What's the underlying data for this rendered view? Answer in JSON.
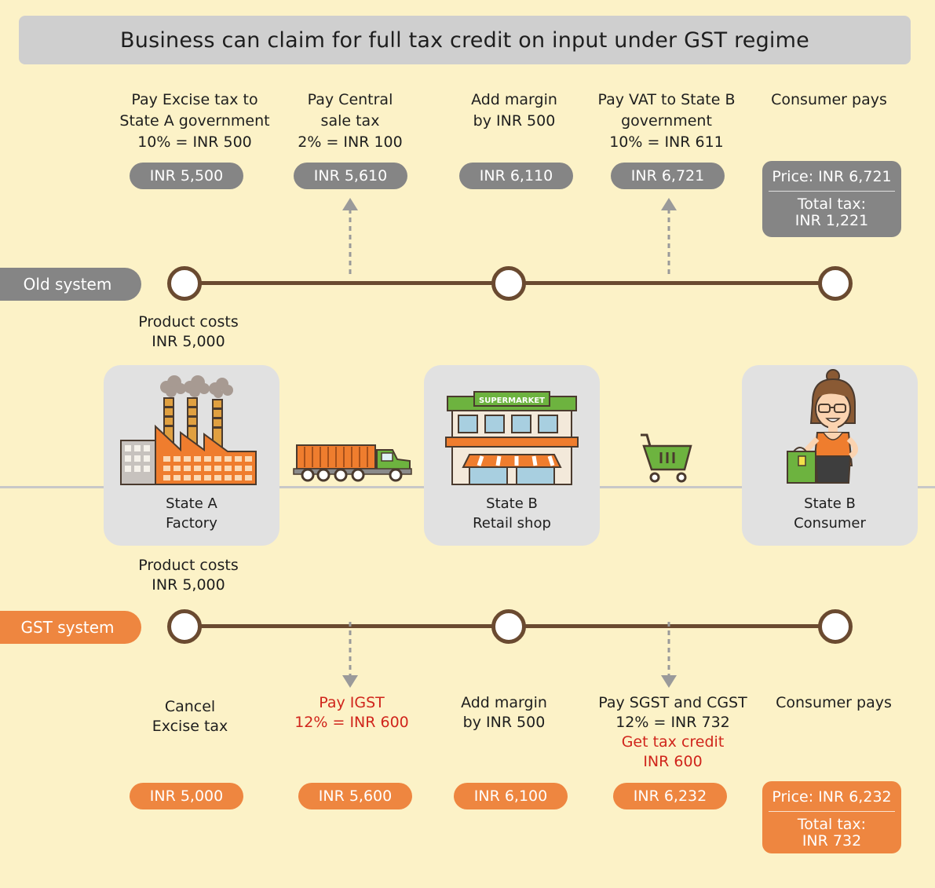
{
  "title": "Business can claim for full tax credit on input under GST regime",
  "old_system": {
    "label": "Old system",
    "steps": [
      {
        "lines": [
          "Pay Excise tax to",
          "State A government",
          "10% = INR 500"
        ],
        "amount": "INR 5,500"
      },
      {
        "lines": [
          "Pay Central",
          "sale tax",
          "2% = INR 100"
        ],
        "amount": "INR 5,610"
      },
      {
        "lines": [
          "Add margin",
          "by INR 500"
        ],
        "amount": "INR 6,110"
      },
      {
        "lines": [
          "Pay VAT to State B",
          "government",
          "10% = INR 611"
        ],
        "amount": "INR 6,721"
      },
      {
        "lines": [
          "Consumer pays"
        ],
        "price": "Price: INR 6,721",
        "total_label": "Total tax:",
        "total_value": "INR 1,221"
      }
    ],
    "product_costs": [
      "Product costs",
      "INR 5,000"
    ]
  },
  "gst_system": {
    "label": "GST system",
    "product_costs": [
      "Product costs",
      "INR 5,000"
    ],
    "steps": [
      {
        "lines": [
          "Cancel",
          "Excise tax"
        ],
        "amount": "INR 5,000"
      },
      {
        "lines": [
          "Pay IGST",
          "12% = INR 600"
        ],
        "amount": "INR 5,600"
      },
      {
        "lines": [
          "Add margin",
          "by INR 500"
        ],
        "amount": "INR 6,100"
      },
      {
        "lines": [
          "Pay SGST and CGST",
          "12% = INR 732"
        ],
        "red_lines": [
          "Get tax credit",
          "INR 600"
        ],
        "amount": "INR 6,232"
      },
      {
        "lines": [
          "Consumer pays"
        ],
        "price": "Price: INR 6,232",
        "total_label": "Total tax:",
        "total_value": "INR 732"
      }
    ]
  },
  "cards": [
    {
      "lines": [
        "State A",
        "Factory"
      ],
      "icon": "factory-icon"
    },
    {
      "lines": [
        "State B",
        "Retail shop"
      ],
      "icon": "supermarket-icon",
      "sign": "SUPERMARKET"
    },
    {
      "lines": [
        "State B",
        "Consumer"
      ],
      "icon": "consumer-woman-icon"
    }
  ],
  "colors": {
    "background": "#fcf2c7",
    "gray": "#858585",
    "orange": "#ee8640",
    "timeline": "#6a4a30",
    "red_text": "#d0251c"
  }
}
